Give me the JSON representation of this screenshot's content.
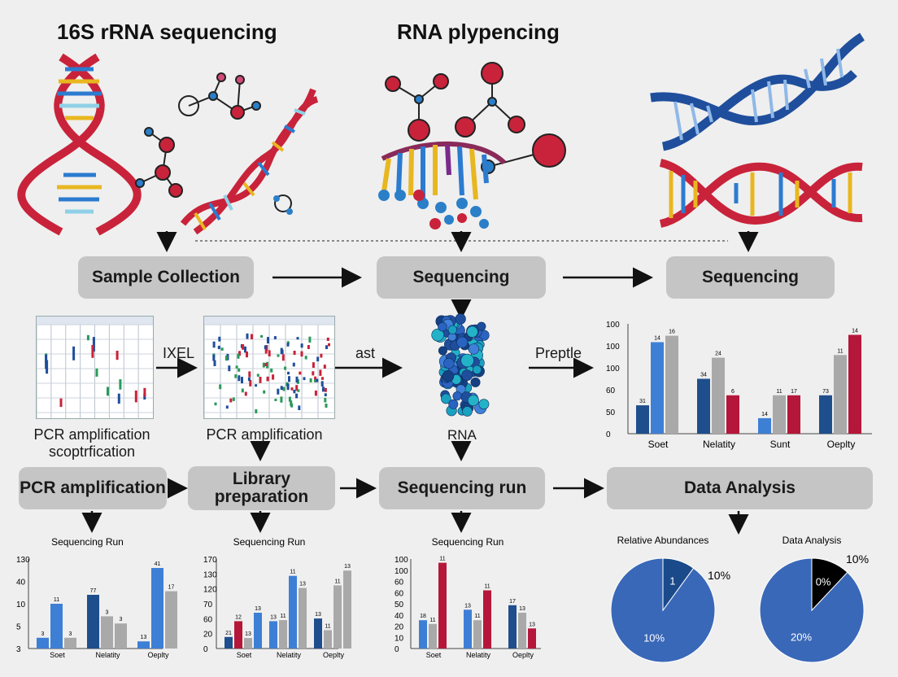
{
  "titles": {
    "left": "16S rRNA sequencing",
    "center": "RNA plypencing"
  },
  "steps": {
    "sample_collection": "Sample Collection",
    "sequencing_center": "Sequencing",
    "sequencing_right": "Sequencing",
    "pcr_amplification": "PCR amplification",
    "library_preparation": "Library preparation",
    "sequencing_run": "Sequencing run",
    "data_analysis": "Data Analysis"
  },
  "labels": {
    "gel1_caption": "PCR amplification scoptrfication",
    "gel2_caption": "PCR amplification",
    "arrow_ixel": "IXEL",
    "arrow_ast": "ast",
    "arrow_preptle": "Preptle",
    "rna": "RNA"
  },
  "colors": {
    "navy": "#1f4e8c",
    "blue": "#3e7fd6",
    "gray": "#a9a9a9",
    "red": "#b5173a",
    "pie_main": "#3a68b8",
    "pie_slice": "#1a4a8a",
    "pie_black": "#000000"
  },
  "chart_data": [
    {
      "type": "bar",
      "ylabel_ticks": [
        "0",
        "50",
        "60",
        "100",
        "100",
        "100"
      ],
      "categories": [
        "Soet",
        "Nelatity",
        "Sunt",
        "Oeplty"
      ],
      "series": [
        {
          "values": [
            31,
            60,
            17,
            42
          ]
        },
        {
          "values": [
            100,
            83,
            42,
            86
          ]
        },
        {
          "values": [
            107,
            42,
            42,
            108
          ]
        }
      ],
      "bar_labels": [
        [
          "31",
          "14",
          "16"
        ],
        [
          "34",
          "24",
          "6"
        ],
        [
          "14",
          "11",
          "17"
        ],
        [
          "73",
          "11",
          "14"
        ]
      ]
    },
    {
      "type": "bar",
      "title": "Sequencing Run",
      "ylabel_ticks": [
        "3",
        "5",
        "10",
        "40",
        "130"
      ],
      "categories": [
        "Soet",
        "Nelatity",
        "Oeplty"
      ],
      "series": [
        {
          "values": [
            6,
            30,
            4
          ]
        },
        {
          "values": [
            25,
            18,
            45
          ]
        },
        {
          "values": [
            6,
            14,
            32
          ]
        }
      ],
      "bar_labels": [
        [
          "3",
          "11",
          "3"
        ],
        [
          "77",
          "3",
          "3"
        ],
        [
          "13",
          "41",
          "17"
        ]
      ]
    },
    {
      "type": "bar",
      "title": "Sequencing Run",
      "ylabel_ticks": [
        "0",
        "20",
        "60",
        "70",
        "120",
        "130",
        "170"
      ],
      "categories": [
        "Soet",
        "Nelatity",
        "Oeplty"
      ],
      "series": [
        {
          "values": [
            22,
            52,
            57
          ]
        },
        {
          "values": [
            52,
            54,
            35
          ]
        },
        {
          "values": [
            20,
            138,
            120
          ]
        },
        {
          "values": [
            68,
            115,
            148
          ]
        }
      ],
      "bar_labels": [
        [
          "21",
          "12",
          "13",
          "13"
        ],
        [
          "13",
          "11",
          "11",
          "13"
        ],
        [
          "13",
          "11",
          "11",
          "13"
        ]
      ]
    },
    {
      "type": "bar",
      "title": "Sequencing Run",
      "ylabel_ticks": [
        "0",
        "10",
        "20",
        "40",
        "50",
        "60",
        "60",
        "100",
        "100"
      ],
      "categories": [
        "Soet",
        "Nelatity",
        "Oeplty"
      ],
      "series": [
        {
          "values": [
            38,
            52,
            58
          ]
        },
        {
          "values": [
            33,
            38,
            48
          ]
        },
        {
          "values": [
            115,
            78,
            27
          ]
        }
      ],
      "bar_labels": [
        [
          "18",
          "11",
          "11"
        ],
        [
          "13",
          "11",
          "11"
        ],
        [
          "17",
          "13",
          "13"
        ]
      ]
    },
    {
      "type": "pie",
      "title": "Relative Abundances",
      "slices": [
        {
          "label": "10%",
          "value": 90
        },
        {
          "label": "1",
          "value": 10
        }
      ],
      "outside_label": "10%"
    },
    {
      "type": "pie",
      "title": "Data Analysis",
      "slices": [
        {
          "label": "20%",
          "value": 88
        },
        {
          "label": "0%",
          "value": 12
        }
      ],
      "outside_label": "10%"
    }
  ]
}
